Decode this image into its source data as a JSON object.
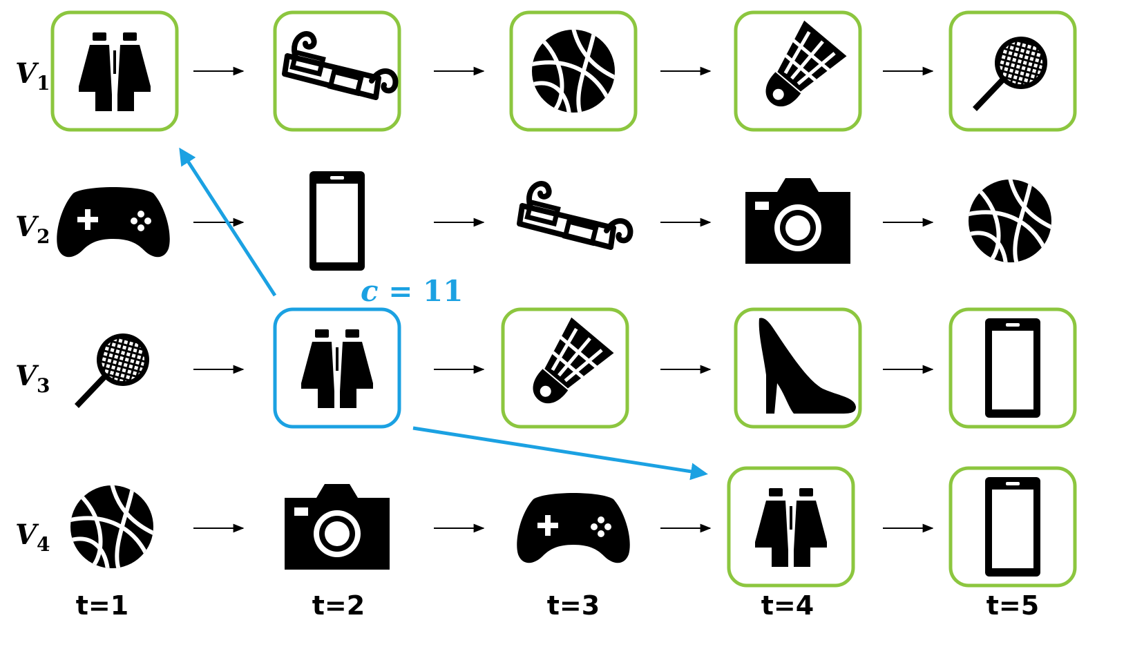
{
  "diagram": {
    "rows": [
      {
        "var": "V",
        "sub": "1",
        "items": [
          {
            "icon": "binoculars-icon",
            "highlight": "green"
          },
          {
            "icon": "3d-glasses-icon",
            "highlight": "green"
          },
          {
            "icon": "volleyball-icon",
            "highlight": "green"
          },
          {
            "icon": "shuttlecock-icon",
            "highlight": "green"
          },
          {
            "icon": "tennis-racket-icon",
            "highlight": "green"
          }
        ]
      },
      {
        "var": "V",
        "sub": "2",
        "items": [
          {
            "icon": "gamepad-icon",
            "highlight": "none"
          },
          {
            "icon": "smartphone-icon",
            "highlight": "none"
          },
          {
            "icon": "3d-glasses-icon",
            "highlight": "none"
          },
          {
            "icon": "camera-icon",
            "highlight": "none"
          },
          {
            "icon": "volleyball-icon",
            "highlight": "none"
          }
        ]
      },
      {
        "var": "V",
        "sub": "3",
        "items": [
          {
            "icon": "tennis-racket-icon",
            "highlight": "none"
          },
          {
            "icon": "binoculars-icon",
            "highlight": "blue"
          },
          {
            "icon": "shuttlecock-icon",
            "highlight": "green"
          },
          {
            "icon": "high-heel-icon",
            "highlight": "green"
          },
          {
            "icon": "smartphone-icon",
            "highlight": "green"
          }
        ]
      },
      {
        "var": "V",
        "sub": "4",
        "items": [
          {
            "icon": "volleyball-icon",
            "highlight": "none"
          },
          {
            "icon": "camera-icon",
            "highlight": "none"
          },
          {
            "icon": "gamepad-icon",
            "highlight": "none"
          },
          {
            "icon": "binoculars-icon",
            "highlight": "green"
          },
          {
            "icon": "smartphone-icon",
            "highlight": "green"
          }
        ]
      }
    ],
    "time_labels": [
      "t=1",
      "t=2",
      "t=3",
      "t=4",
      "t=5"
    ],
    "annotation": {
      "var": "c",
      "rest": " = 11"
    },
    "colors": {
      "green": "#8CC63F",
      "blue": "#1BA1E2",
      "black": "#000000"
    }
  }
}
